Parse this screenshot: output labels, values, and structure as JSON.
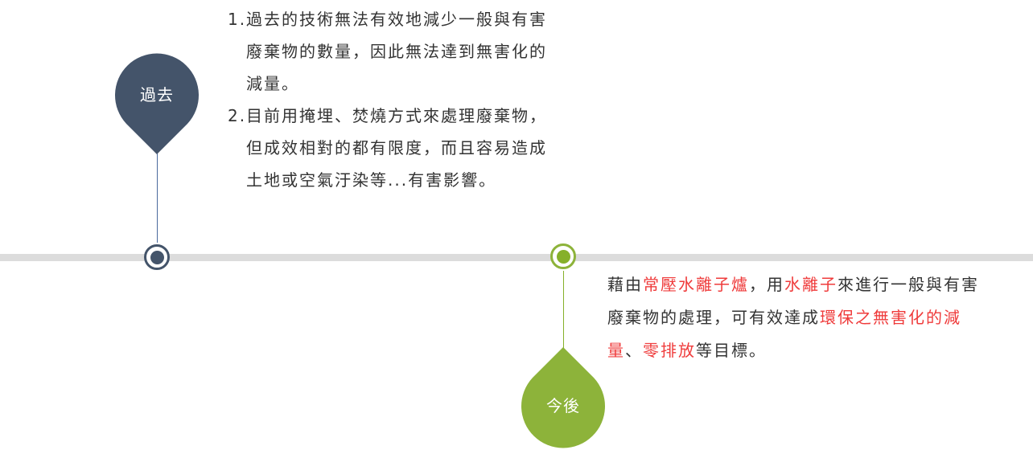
{
  "past": {
    "label": "過去",
    "color": "#44546a",
    "items": [
      {
        "number": "1.",
        "text": "過去的技術無法有效地減少一般與有害廢棄物的數量，因此無法達到無害化的減量。"
      },
      {
        "number": "2.",
        "text": "目前用掩埋、焚燒方式來處理廢棄物，但成效相對的都有限度，而且容易造成土地或空氣汙染等...有害影響。"
      }
    ]
  },
  "future": {
    "label": "今後",
    "color": "#86b02a",
    "highlight_color": "#ef3b3b",
    "segments": [
      {
        "text": "藉由",
        "highlight": false
      },
      {
        "text": "常壓水離子爐",
        "highlight": true
      },
      {
        "text": "，用",
        "highlight": false
      },
      {
        "text": "水離子",
        "highlight": true
      },
      {
        "text": "來進行一般與有害廢棄物的處理，可有效達成",
        "highlight": false
      },
      {
        "text": "環保之無害化的減量",
        "highlight": true
      },
      {
        "text": "、",
        "highlight": false
      },
      {
        "text": "零排放",
        "highlight": true
      },
      {
        "text": "等目標。",
        "highlight": false
      }
    ]
  },
  "timeline_color": "#dcdcdc"
}
